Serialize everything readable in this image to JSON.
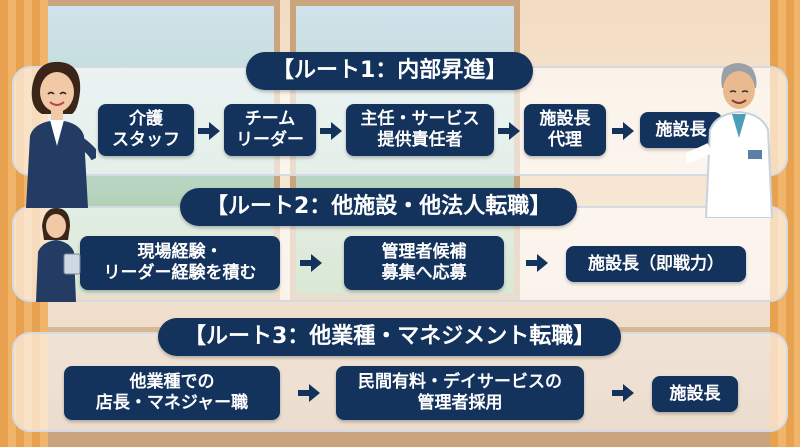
{
  "routes": [
    {
      "title": "【ルート1：内部昇進】",
      "steps": [
        {
          "lines": [
            "介護",
            "スタッフ"
          ]
        },
        {
          "lines": [
            "チーム",
            "リーダー"
          ]
        },
        {
          "lines": [
            "主任・サービス",
            "提供責任者"
          ]
        },
        {
          "lines": [
            "施設長",
            "代理"
          ]
        },
        {
          "lines": [
            "施設長"
          ]
        }
      ]
    },
    {
      "title": "【ルート2：他施設・他法人転職】",
      "steps": [
        {
          "lines": [
            "現場経験・",
            "リーダー経験を積む"
          ]
        },
        {
          "lines": [
            "管理者候補",
            "募集へ応募"
          ]
        },
        {
          "lines": [
            "施設長（即戦力）"
          ]
        }
      ]
    },
    {
      "title": "【ルート3：他業種・マネジメント転職】",
      "steps": [
        {
          "lines": [
            "他業種での",
            "店長・マネジャー職"
          ]
        },
        {
          "lines": [
            "民間有料・デイサービスの",
            "管理者採用"
          ]
        },
        {
          "lines": [
            "施設長"
          ]
        }
      ]
    }
  ],
  "icons": [
    "businesswoman-illustration",
    "doctor-illustration",
    "clipboard-woman-illustration",
    "arrow-right-icon"
  ],
  "colors": {
    "navy": "#13325c",
    "banner": "#ffffff",
    "curtain": "#e8a24f"
  }
}
